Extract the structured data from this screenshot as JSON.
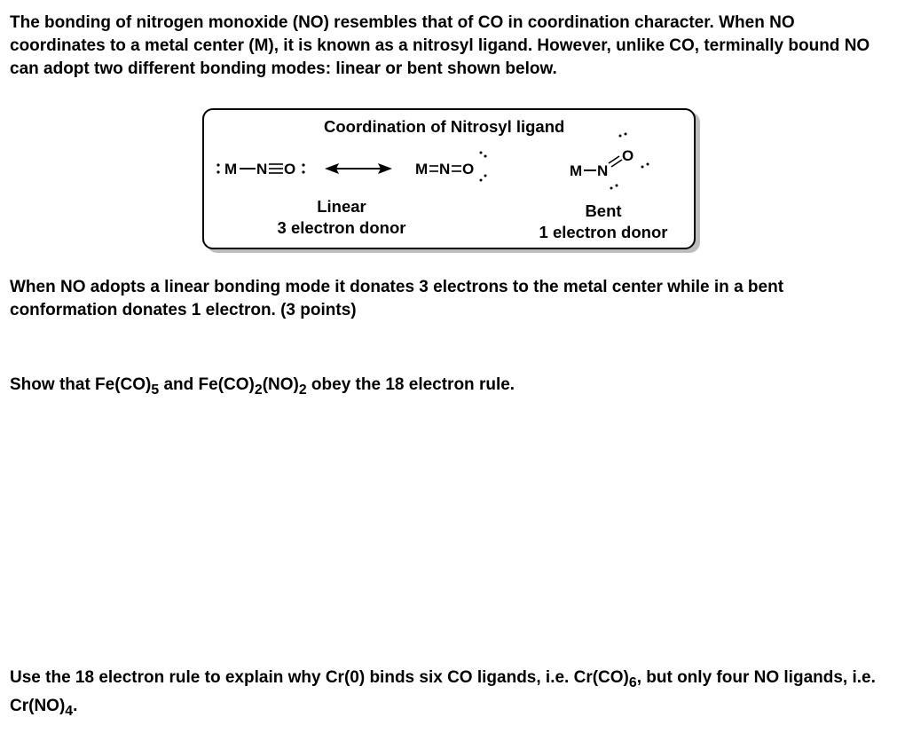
{
  "intro_text": "The bonding of nitrogen monoxide (NO) resembles that of CO in coordination character. When NO coordinates to a metal center (M), it is known as a nitrosyl ligand. However, unlike CO, terminally bound NO can adopt two different bonding modes: linear or bent shown below.",
  "figure": {
    "title": "Coordination of Nitrosyl ligand",
    "structures": {
      "linear_resonance_1": {
        "M": "M",
        "N": "N",
        "O": "O"
      },
      "linear_resonance_2": {
        "M": "M",
        "N": "N",
        "O": "O"
      },
      "bent": {
        "M": "M",
        "N": "N",
        "O": "O"
      }
    },
    "linear_label": "Linear",
    "linear_donor": "3 electron donor",
    "bent_label": "Bent",
    "bent_donor": "1 electron donor"
  },
  "linear_bent_text": "When NO adopts a linear bonding mode it donates 3 electrons to the metal center while in a bent conformation donates 1 electron. (3 points)",
  "show_text": {
    "part1": "Show that Fe(CO)",
    "sub1": "5",
    "part2": " and Fe(CO)",
    "sub2": "2",
    "part3": "(NO)",
    "sub3": "2",
    "part4": " obey the 18 electron rule."
  },
  "explain_text": {
    "part1": "Use the 18 electron rule to explain why Cr(0) binds six CO ligands, i.e. Cr(CO)",
    "sub1": "6",
    "part2": ", but only four NO ligands, i.e. Cr(NO)",
    "sub2": "4",
    "part3": "."
  }
}
